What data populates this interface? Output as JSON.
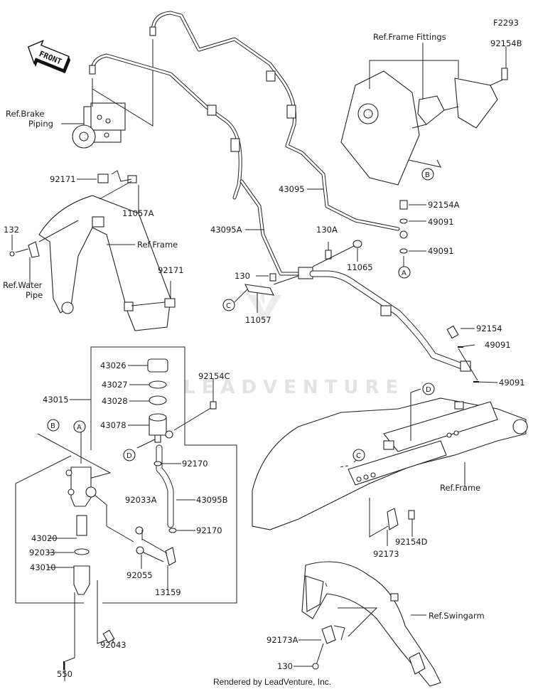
{
  "diagram": {
    "code": "F2293",
    "front_label": "FRONT",
    "watermark": "LEADVENTURE",
    "footer": "Rendered by LeadVenture, Inc.",
    "references": {
      "brake_piping": [
        "Ref.Brake",
        "Piping"
      ],
      "frame_fittings": "Ref.Frame Fittings",
      "frame_upper": "Ref.Frame",
      "water_pipe": [
        "Ref.Water",
        "Pipe"
      ],
      "frame_lower": "Ref.Frame",
      "swingarm": "Ref.Swingarm"
    },
    "callouts": {
      "A": "A",
      "B": "B",
      "C": "C",
      "D": "D"
    },
    "parts": {
      "p92154B": "92154B",
      "p92171_top": "92171",
      "p11057A": "11057A",
      "p132": "132",
      "p92171_bot": "92171",
      "p43095": "43095",
      "p92154A": "92154A",
      "p49091_a": "49091",
      "p49091_b": "49091",
      "p43095A": "43095A",
      "p130A": "130A",
      "p11065": "11065",
      "p130_top": "130",
      "p11057": "11057",
      "p92154": "92154",
      "p49091_c": "49091",
      "p49091_d": "49091",
      "p43026": "43026",
      "p43027": "43027",
      "p43028": "43028",
      "p43015": "43015",
      "p43078": "43078",
      "p92154C": "92154C",
      "p92170_a": "92170",
      "p92033A": "92033A",
      "p43095B": "43095B",
      "p92170_b": "92170",
      "p43020": "43020",
      "p92033": "92033",
      "p43010": "43010",
      "p92055": "92055",
      "p13159": "13159",
      "p92043": "92043",
      "p550": "550",
      "p92173": "92173",
      "p92154D": "92154D",
      "p92173A": "92173A",
      "p130_bot": "130"
    }
  }
}
